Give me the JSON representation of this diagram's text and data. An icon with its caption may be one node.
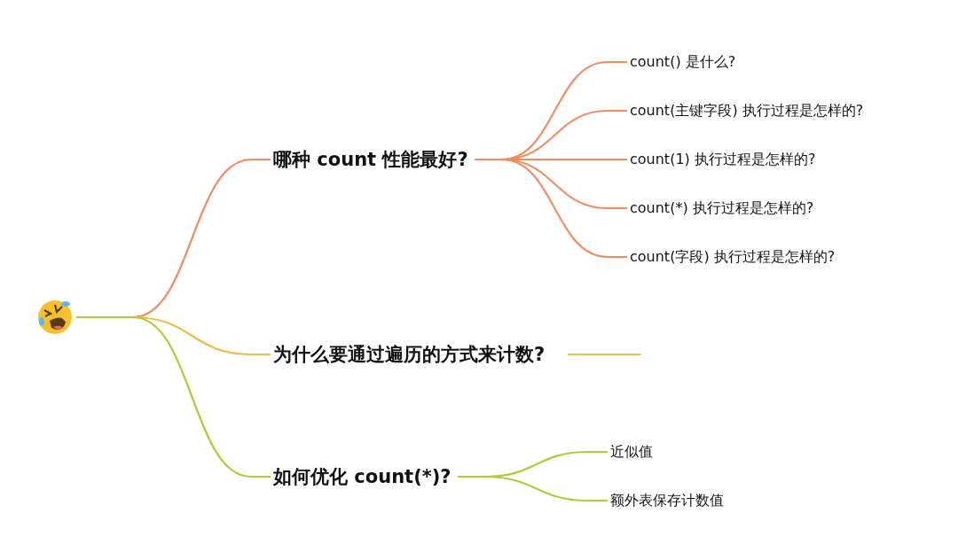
{
  "diagram": {
    "nodes": [
      {
        "text": [],
        "shape": "circle"
      },
      {
        "text": [
          "哪种 count 性能最好?"
        ]
      },
      {
        "text": [
          "count() 是什么?"
        ]
      },
      {
        "text": [
          "count(主键字段) 执行过程是怎样的?"
        ]
      },
      {
        "text": [
          "count(1) 执行过程是怎样的?"
        ]
      },
      {
        "text": [
          "count(*) 执行过程是怎样的?"
        ]
      },
      {
        "text": [
          "count(字段) 执行过程是怎样的?"
        ]
      },
      {
        "text": [
          "为什么要通过遍历的方式来计数?"
        ]
      },
      {
        "text": [
          "如何优化  count(*)?"
        ]
      },
      {
        "text": [
          "近似值"
        ]
      },
      {
        "text": [
          "额外表保存计数值"
        ]
      }
    ],
    "edges": [
      {
        "from": 0,
        "to": 1,
        "arrow": "none"
      },
      {
        "from": 0,
        "to": 7,
        "arrow": "none",
        "color": "#f2b84b"
      },
      {
        "from": 0,
        "to": 8,
        "arrow": "none",
        "color": "#b3c93a"
      },
      {
        "from": 1,
        "to": 2,
        "arrow": "none"
      },
      {
        "from": 1,
        "to": 3,
        "arrow": "none"
      },
      {
        "from": 1,
        "to": 4,
        "arrow": "none"
      },
      {
        "from": 1,
        "to": 5,
        "arrow": "none"
      },
      {
        "from": 1,
        "to": 6,
        "arrow": "none"
      },
      {
        "from": 7,
        "to": null,
        "arrow": "none",
        "color": "#f2b84b"
      },
      {
        "from": 8,
        "to": 9,
        "arrow": "none",
        "color": "#b3c93a"
      },
      {
        "from": 8,
        "to": 10,
        "arrow": "none",
        "color": "#b3c93a"
      }
    ]
  }
}
